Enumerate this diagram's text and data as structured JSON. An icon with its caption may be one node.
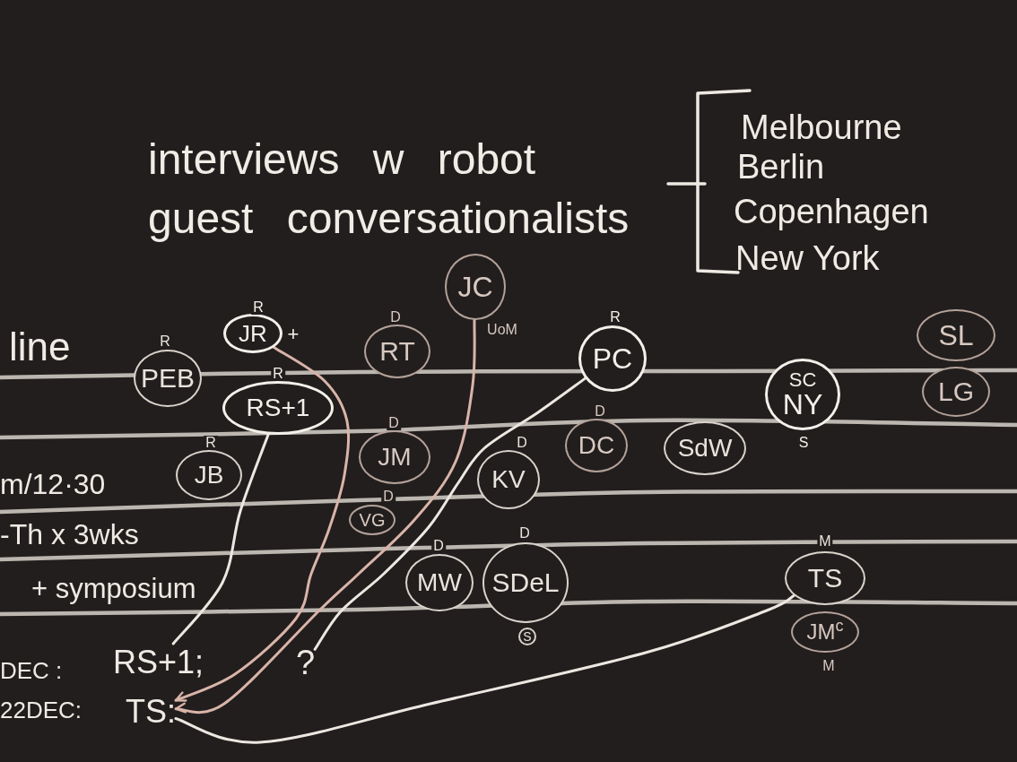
{
  "diagram": {
    "title": "interviews w robot guest conversationalists",
    "nodes": [
      {
        "text": [
          "JC"
        ],
        "beside": [
          "UoM"
        ]
      },
      {
        "text": [
          "JR"
        ],
        "beside": [
          "R",
          "+"
        ]
      },
      {
        "text": [
          "SL"
        ]
      },
      {
        "text": [
          "RT"
        ],
        "beside": [
          "D"
        ]
      },
      {
        "text": [
          "PC"
        ],
        "beside": [
          "R"
        ]
      },
      {
        "text": [
          "PEB"
        ],
        "beside": [
          "R"
        ]
      },
      {
        "text": [
          "LG"
        ]
      },
      {
        "text": [
          "SC",
          "NY"
        ],
        "beside": [
          "S"
        ]
      },
      {
        "text": [
          "RS+1"
        ],
        "beside": [
          "R"
        ]
      },
      {
        "text": [
          "DC"
        ],
        "beside": [
          "D"
        ]
      },
      {
        "text": [
          "SdW"
        ]
      },
      {
        "text": [
          "JM"
        ],
        "beside": [
          "D"
        ]
      },
      {
        "text": [
          "JB"
        ],
        "beside": [
          "R"
        ]
      },
      {
        "text": [
          "KV"
        ],
        "beside": [
          "D"
        ]
      },
      {
        "text": [
          "VG"
        ],
        "beside": [
          "D"
        ]
      },
      {
        "text": [
          "TS"
        ],
        "beside": [
          "M"
        ]
      },
      {
        "text": [
          "MW"
        ],
        "beside": [
          "D"
        ]
      },
      {
        "text": [
          "SDeL"
        ],
        "beside": [
          "D",
          "S"
        ]
      },
      {
        "text": [
          "JM$^{c}$"
        ],
        "beside": [
          "M"
        ]
      },
      {
        "text": [
          "RS+1;"
        ]
      },
      {
        "text": [
          "?"
        ]
      },
      {
        "text": [
          "TS:"
        ]
      }
    ],
    "edges": [
      {
        "from": 0,
        "to": 21,
        "arrow": "to",
        "color": "#d9b4a9"
      },
      {
        "from": 1,
        "to": 21,
        "arrow": "to",
        "color": "#d9b4a9"
      },
      {
        "from": 4,
        "to": 20,
        "arrow": "none"
      },
      {
        "from": 8,
        "to": 19,
        "arrow": "none"
      },
      {
        "from": 15,
        "to": 21,
        "arrow": "none"
      }
    ],
    "labels": [
      "Melbourne",
      "Berlin",
      "Copenhagen",
      "New York",
      "line",
      "m/12·30",
      "-Th x 3wks",
      "+ symposium",
      "DEC :",
      "22DEC:"
    ]
  }
}
